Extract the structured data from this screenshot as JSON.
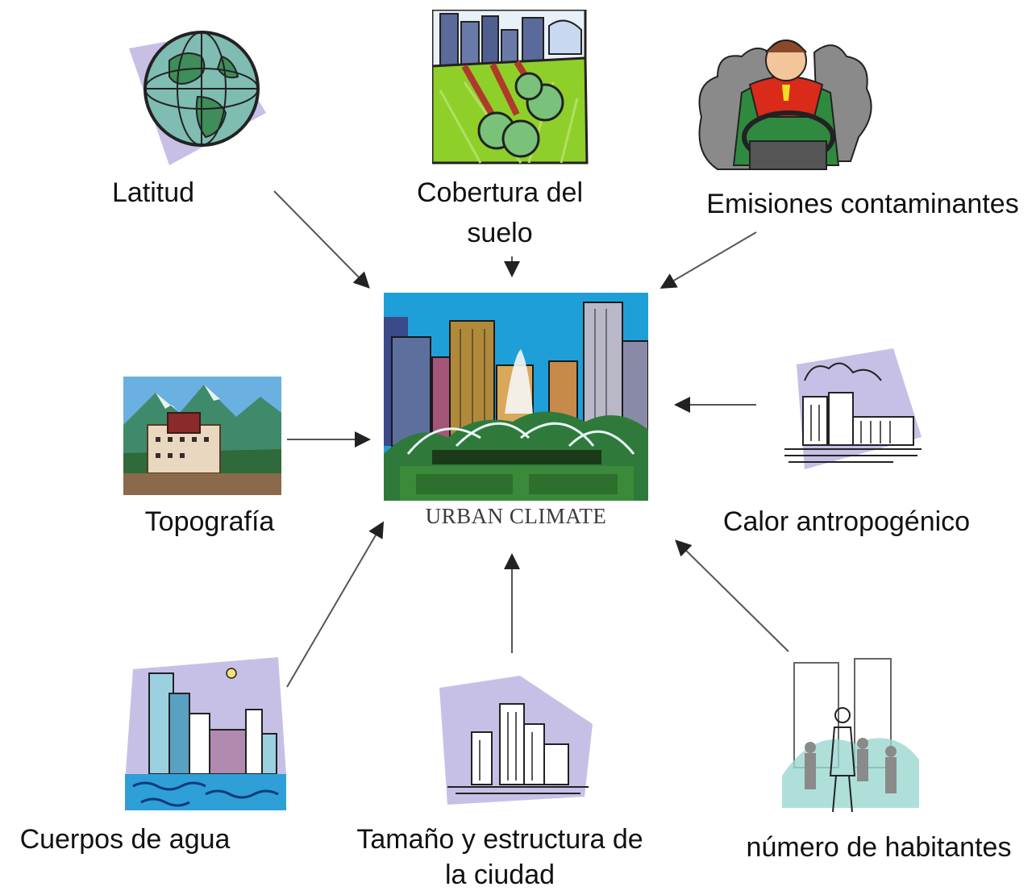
{
  "center": {
    "caption": "URBAN CLIMATE"
  },
  "factors": {
    "latitud": "Latitud",
    "cobertura_line1": "Cobertura del",
    "cobertura_line2": "suelo",
    "emisiones": "Emisiones contaminantes",
    "topografia": "Topografía",
    "calor": "Calor antropogénico",
    "cuerpos_agua": "Cuerpos de agua",
    "tamano_line1": "Tamaño y estructura de",
    "tamano_line2": "la ciudad",
    "habitantes": "número de habitantes"
  },
  "icons": {
    "latitud": "globe-icon",
    "cobertura": "land-cover-icon",
    "emisiones": "polluting-driver-icon",
    "topografia": "mountain-palace-icon",
    "calor": "factory-icon",
    "cuerpos_agua": "waterfront-city-icon",
    "tamano": "city-skyline-icon",
    "habitantes": "pedestrians-icon",
    "center": "urban-fountain-icon"
  },
  "colors": {
    "arrow": "#222222",
    "sky": "#1f9fd8",
    "grass": "#3a9a3a",
    "globe": "#6fb2a8",
    "lavender": "#c7c0e6"
  }
}
